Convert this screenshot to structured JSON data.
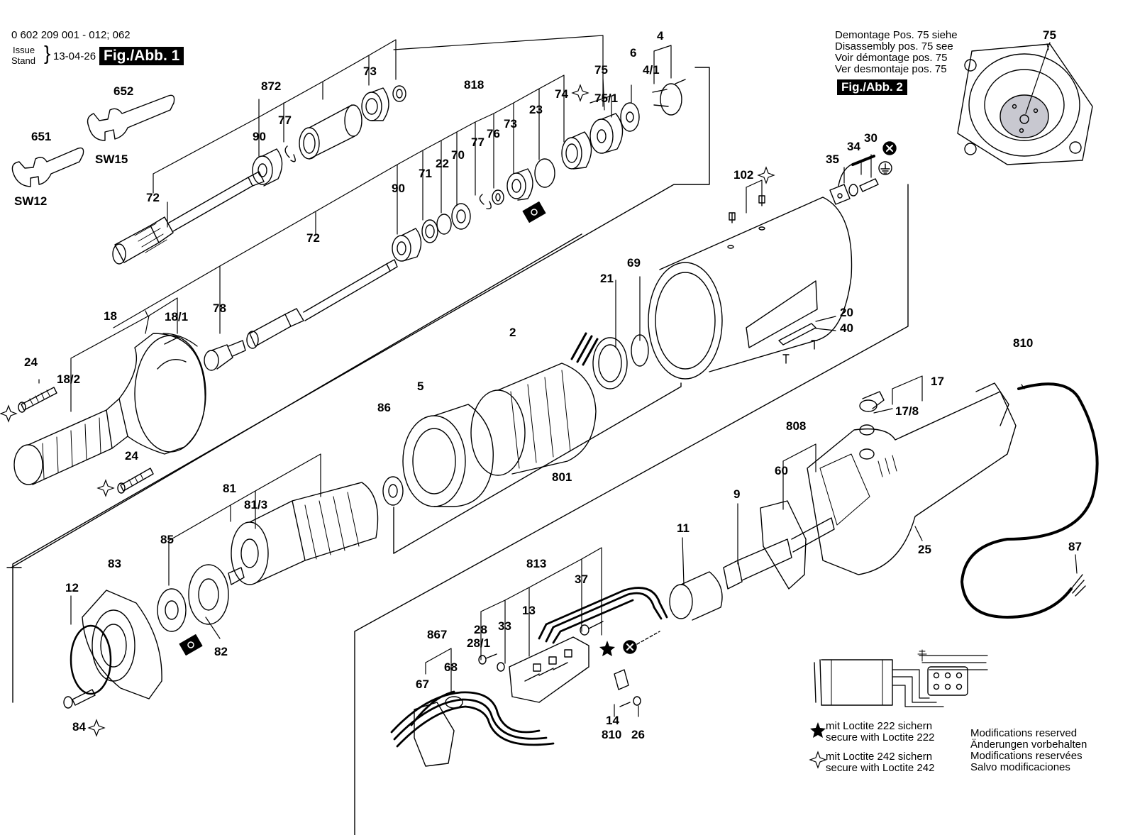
{
  "header": {
    "doc_number": "0 602 209 001 - 012; 062",
    "issue_word": "Issue",
    "stand_word": "Stand",
    "issue_date": "13-04-26",
    "fig1_label": "Fig./Abb. 1"
  },
  "fig2_note": {
    "lines": [
      "Demontage Pos. 75 siehe",
      "Disassembly pos. 75 see",
      "Voir démontage pos. 75",
      "Ver desmontaje pos. 75"
    ],
    "fig2_label": "Fig./Abb. 2",
    "part_number": "75"
  },
  "callouts": [
    "652",
    "SW15",
    "651",
    "SW12",
    "872",
    "73",
    "77",
    "90",
    "72",
    "818",
    "75",
    "74",
    "6",
    "4",
    "4/1",
    "75/1",
    "23",
    "73",
    "76",
    "77",
    "70",
    "22",
    "71",
    "90",
    "72",
    "78",
    "18",
    "18/1",
    "24",
    "18/2",
    "24",
    "2",
    "21",
    "69",
    "5",
    "86",
    "801",
    "102",
    "35",
    "34",
    "30",
    "20",
    "40",
    "810",
    "17",
    "17/8",
    "808",
    "60",
    "9",
    "11",
    "81",
    "81/3",
    "85",
    "83",
    "12",
    "82",
    "84",
    "813",
    "37",
    "13",
    "33",
    "28",
    "28/1",
    "867",
    "68",
    "67",
    "14",
    "810",
    "26",
    "25",
    "87"
  ],
  "legend": {
    "loctite222_de": "mit Loctite 222 sichern",
    "loctite222_en": "secure with Loctite 222",
    "loctite242_de": "mit Loctite 242 sichern",
    "loctite242_en": "secure with Loctite 242"
  },
  "modifications": [
    "Modifications reserved",
    "Änderungen vorbehalten",
    "Modifications reservées",
    "Salvo modificaciones"
  ],
  "symbols": {
    "filled_star": "★",
    "hollow_star": "✧",
    "x_mark": "x",
    "icons": [
      "ground-icon",
      "press-fit-icon",
      "filled-star-icon",
      "hollow-star-icon",
      "x-connector-icon"
    ]
  }
}
